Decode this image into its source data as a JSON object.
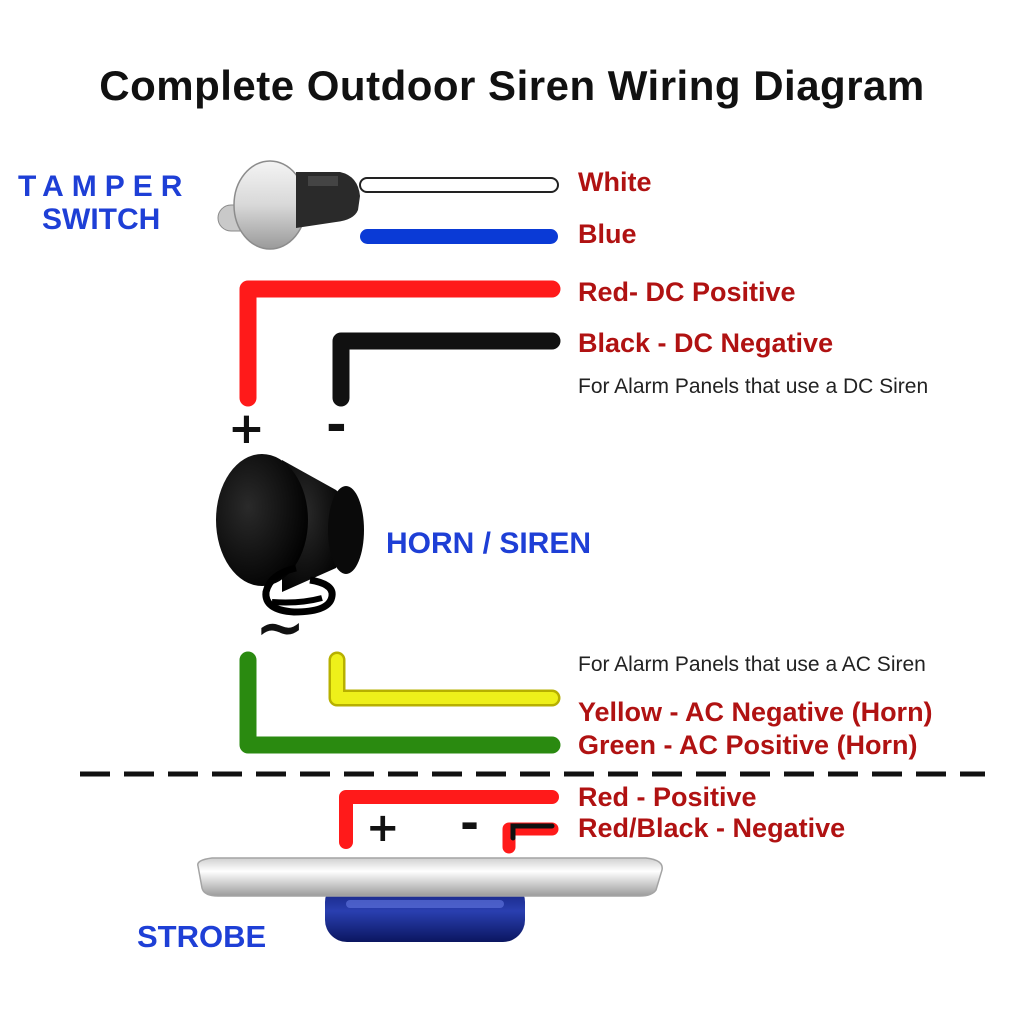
{
  "title": "Complete Outdoor Siren Wiring Diagram",
  "components": {
    "tamper_switch": "TAMPER SWITCH",
    "tamper_line1": "TAMPER",
    "tamper_line2": "SWITCH",
    "horn": "HORN / SIREN",
    "strobe": "STROBE"
  },
  "wires": {
    "white": {
      "label": "White",
      "color": "#ffffff"
    },
    "blue": {
      "label": "Blue",
      "color": "#0a3ad6"
    },
    "red_dc": {
      "label": "Red- DC Positive",
      "color": "#ff1a1a"
    },
    "black_dc": {
      "label": "Black - DC Negative",
      "color": "#111111"
    },
    "yellow_ac": {
      "label": "Yellow - AC Negative (Horn)",
      "color": "#eef01a"
    },
    "green_ac": {
      "label": "Green - AC Positive (Horn)",
      "color": "#2a8a10"
    },
    "red_strobe": {
      "label": "Red - Positive",
      "color": "#ff1a1a"
    },
    "redblack_strobe": {
      "label": "Red/Black - Negative",
      "color": "#ff1a1a"
    }
  },
  "notes": {
    "dc": "For Alarm Panels that use a DC Siren",
    "ac": "For Alarm Panels that use a AC Siren"
  },
  "symbols": {
    "plus": "+",
    "minus": "-",
    "ac": "~"
  },
  "colors": {
    "label_red": "#b01212",
    "label_blue": "#1e3fd6"
  }
}
